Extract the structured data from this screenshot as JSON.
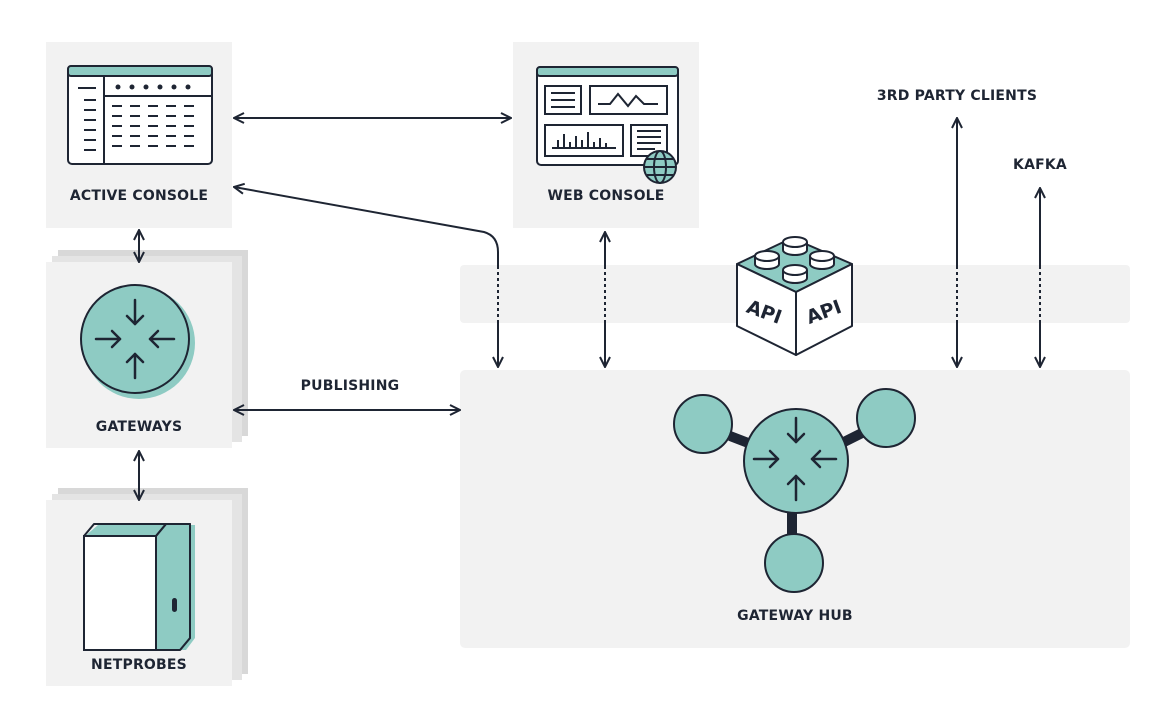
{
  "nodes": {
    "active_console": "ACTIVE CONSOLE",
    "web_console": "WEB CONSOLE",
    "gateways": "GATEWAYS",
    "netprobes": "NETPROBES",
    "gateway_hub": "GATEWAY HUB"
  },
  "edges": {
    "publishing": "PUBLISHING",
    "third_party_clients": "3RD PARTY CLIENTS",
    "kafka": "KAFKA"
  },
  "api_block": {
    "left_face": "API",
    "right_face": "API"
  },
  "colors": {
    "teal": "#8ecbc3",
    "ink": "#1e2533",
    "panel": "#f2f2f2",
    "shadow": "#d8d8d8"
  }
}
